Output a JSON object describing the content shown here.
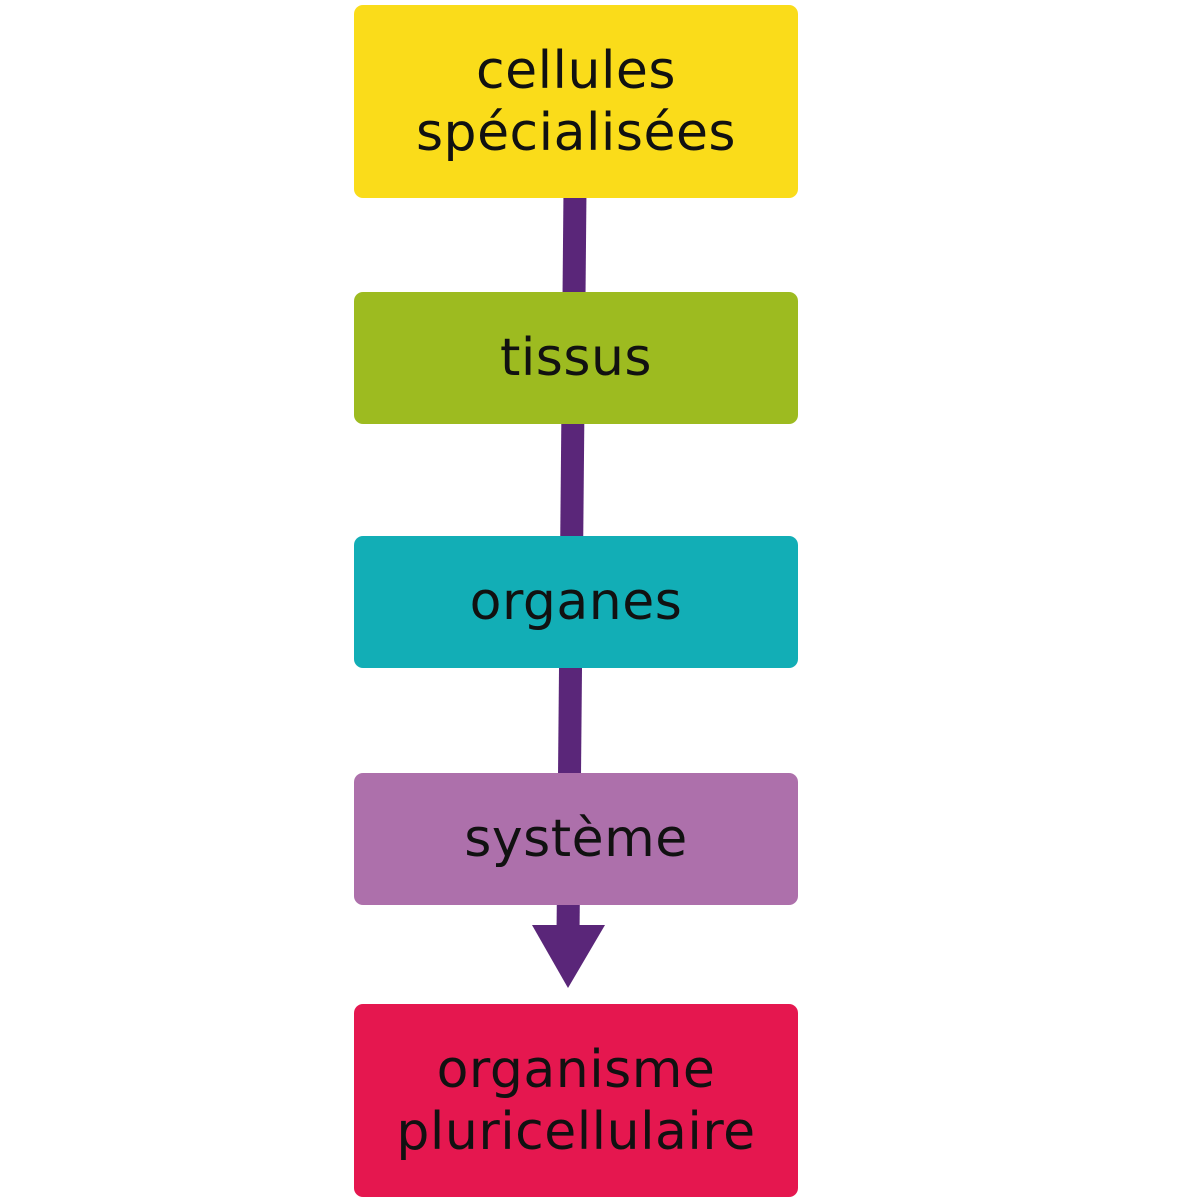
{
  "diagram": {
    "arrow_color": "#5a2679",
    "steps": [
      {
        "label": "cellules\nspécialisées",
        "color": "#fadc1a"
      },
      {
        "label": "tissus",
        "color": "#9dbb20"
      },
      {
        "label": "organes",
        "color": "#12aeb6"
      },
      {
        "label": "système",
        "color": "#ad70ab"
      },
      {
        "label": "organisme\npluricellulaire",
        "color": "#e5174f"
      }
    ]
  }
}
